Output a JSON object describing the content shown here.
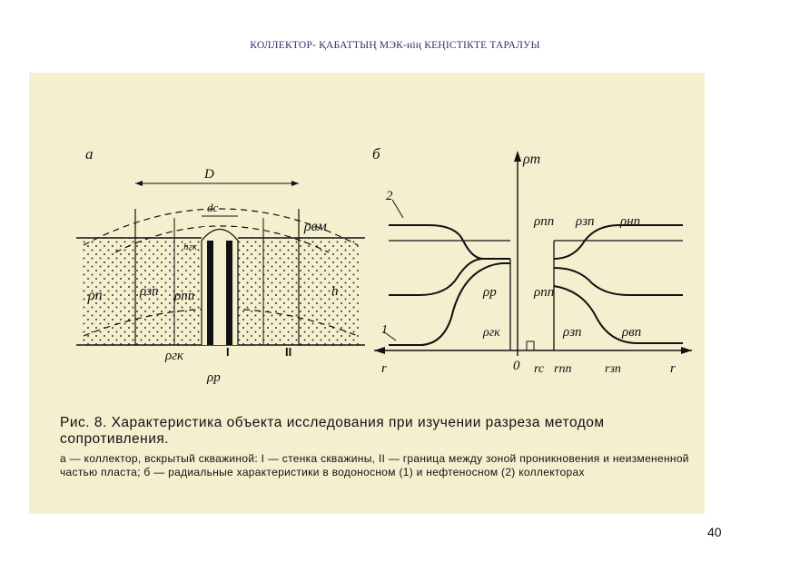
{
  "slide": {
    "title": "КОЛЛЕКТОР- ҚАБАТТЫҢ МЭК-нің КЕҢІСТІКТЕ ТАРАЛУЫ",
    "page_number": "40"
  },
  "figure": {
    "caption_title": "Рис. 8. Характеристика объекта исследования при изучении разреза методом сопротивления.",
    "caption_legend": "а — коллектор, вскрытый скважиной: I — стенка скважины, II — граница между зоной проникновения и неизмененной частью пласта; б — радиальные характеристики в водоносном (1) и нефтеносном (2) коллекторах",
    "panel_a": {
      "panel_label": "а",
      "labels": {
        "D": "D",
        "dc": "dc",
        "hgk": "hгк",
        "rho_vm": "ρвм",
        "rho_p": "ρп",
        "rho_zp": "ρзп",
        "rho_pp": "ρпп",
        "h": "h",
        "rho_gk": "ρгк",
        "wall_I": "I",
        "boundary_II": "II",
        "rho_r": "ρр"
      }
    },
    "panel_b": {
      "panel_label": "б",
      "labels": {
        "rho_t": "ρт",
        "curve_2": "2",
        "curve_1": "1",
        "rho_pp_left": "ρпп",
        "rho_zp_top": "ρзп",
        "rho_np": "ρнп",
        "rho_r": "ρр",
        "rho_pp_mid": "ρпп",
        "rho_gk": "ρгк",
        "rho_zp_low": "ρзп",
        "rho_vp": "ρвп",
        "r_left": "r",
        "origin": "0",
        "rc": "rc",
        "r_pp": "rпп",
        "r_zp": "rзп",
        "r_right": "r"
      }
    }
  }
}
